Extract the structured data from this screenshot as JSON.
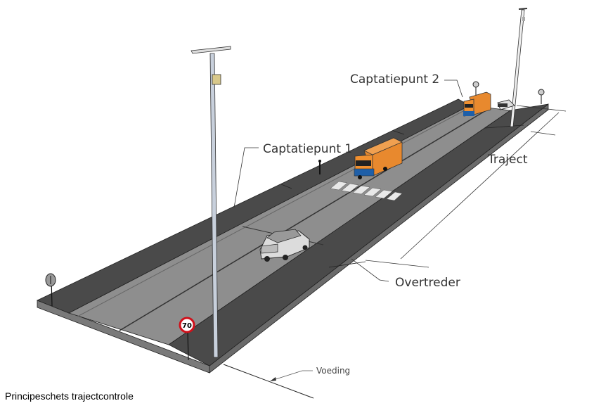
{
  "labels": {
    "capture_point_1": "Captatiepunt 1",
    "capture_point_2": "Captatiepunt 2",
    "section": "Traject",
    "offender": "Overtreder",
    "power_supply": "Voeding"
  },
  "speed_sign": "70",
  "caption": "Principeschets trajectcontrole",
  "colors": {
    "sidewalk": "#4a4a4a",
    "road": "#8e8e8e",
    "truck_box": "#e8892e",
    "truck_cab": "#1f5fa8",
    "sign_red": "#d0101a"
  }
}
